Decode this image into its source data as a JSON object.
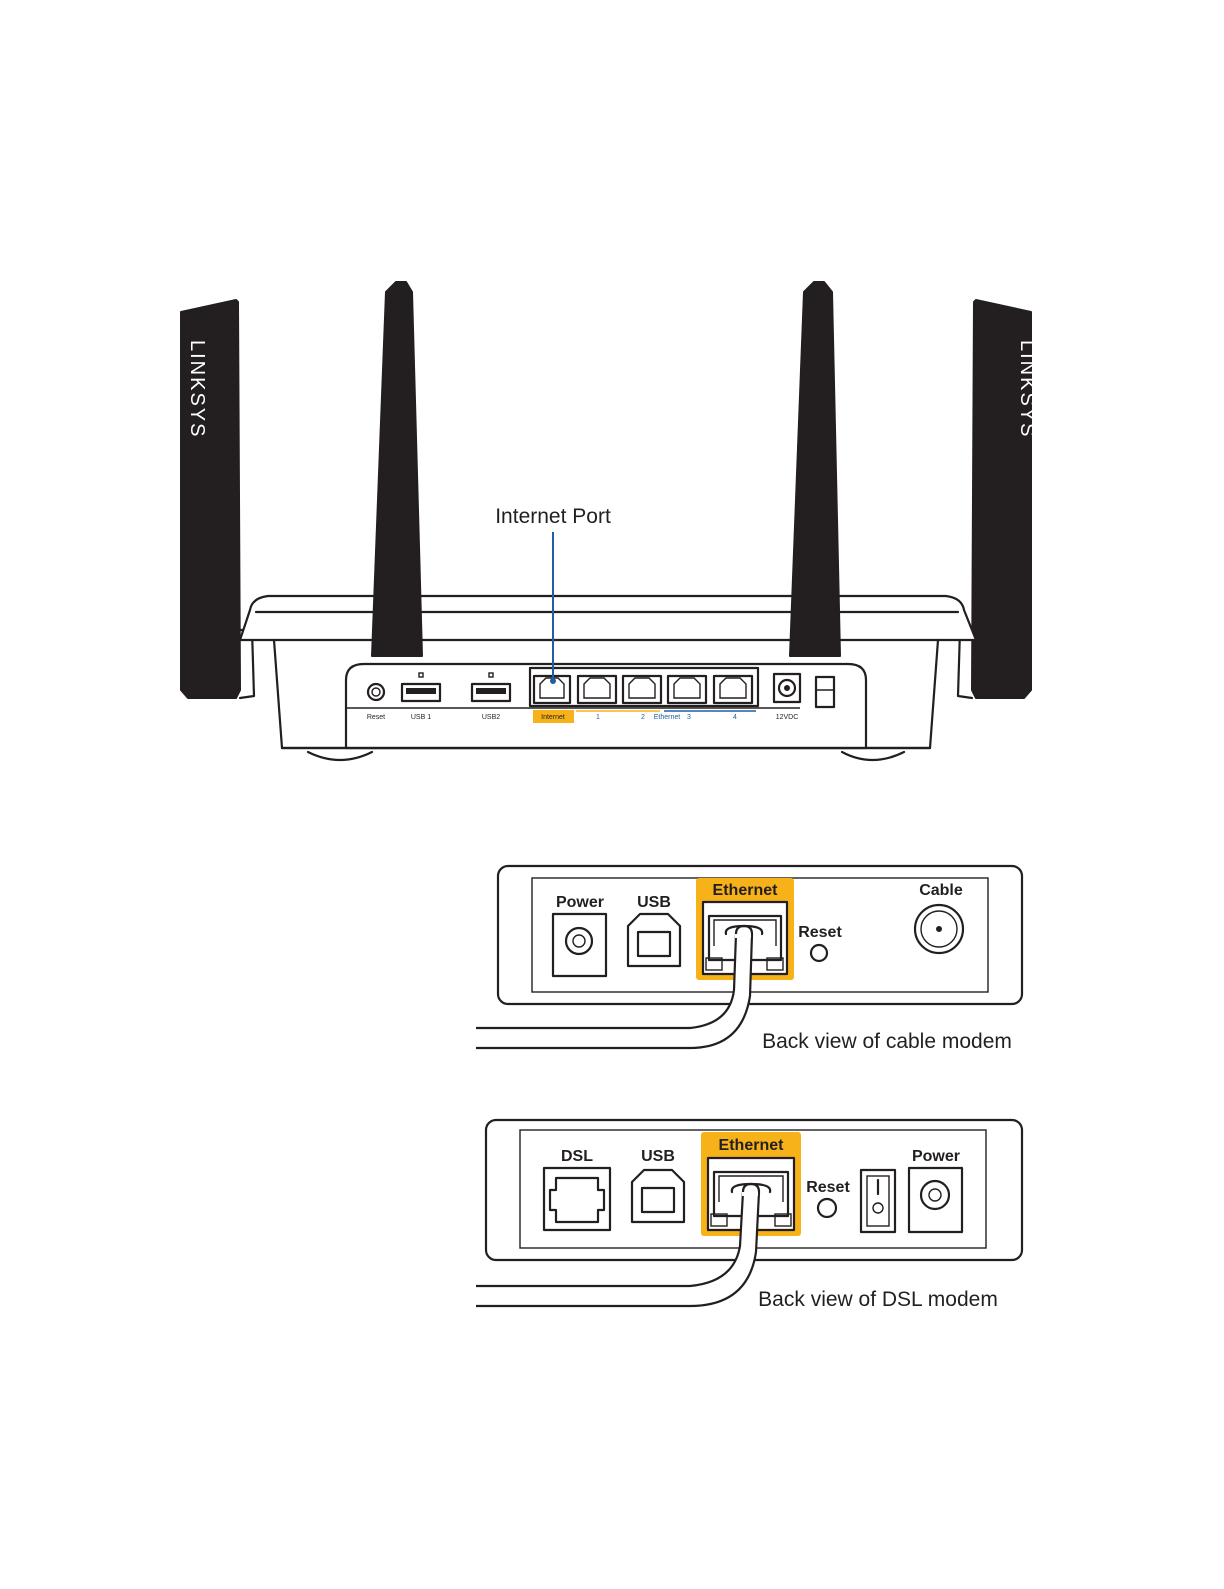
{
  "router": {
    "brand_left": "LINKSYS",
    "brand_right": "LINKSYS",
    "callout_label": "Internet Port",
    "callout_color": "#1f5fa8",
    "highlight_color": "#f7b21a",
    "port_labels": {
      "reset": "Reset",
      "usb1": "USB 1",
      "usb2": "USB2",
      "internet": "Internet",
      "eth1": "1",
      "eth2": "2",
      "ethernet": "Ethernet",
      "eth3": "3",
      "eth4": "4",
      "power": "12VDC"
    }
  },
  "cable_modem": {
    "power": "Power",
    "usb": "USB",
    "ethernet": "Ethernet",
    "reset": "Reset",
    "cable": "Cable",
    "caption": "Back view of cable modem"
  },
  "dsl_modem": {
    "dsl": "DSL",
    "usb": "USB",
    "ethernet": "Ethernet",
    "reset": "Reset",
    "power": "Power",
    "caption": "Back view of DSL modem"
  }
}
